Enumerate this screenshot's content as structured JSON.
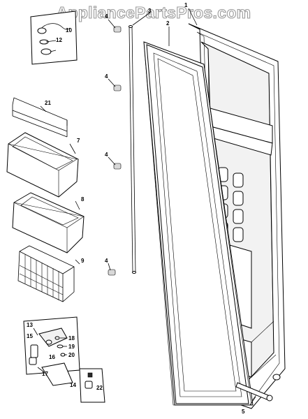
{
  "watermark": "AppliancePartsPros.com",
  "labels": [
    "1",
    "2",
    "3",
    "4",
    "4",
    "4",
    "4",
    "5",
    "7",
    "8",
    "9",
    "10",
    "12",
    "13",
    "14",
    "15",
    "16",
    "17",
    "18",
    "19",
    "20",
    "21",
    "22"
  ],
  "colors": {
    "line": "#000000",
    "background": "#ffffff",
    "watermark_outline": "#9a9a9a"
  }
}
